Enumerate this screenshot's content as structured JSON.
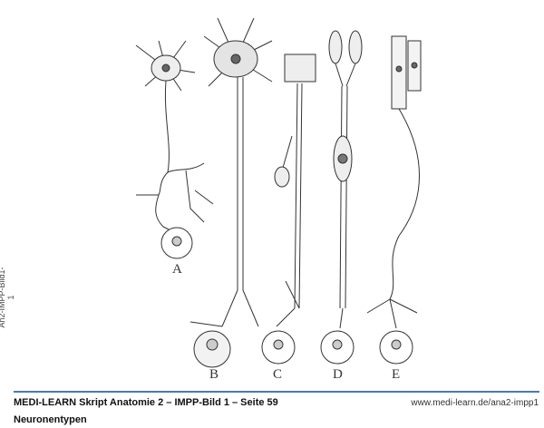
{
  "figure": {
    "labels": [
      "A",
      "B",
      "C",
      "D",
      "E"
    ],
    "side_code": "An2-IMPP-Bild1-1"
  },
  "footer": {
    "title": "MEDI-LEARN Skript Anatomie 2 – IMPP-Bild 1 – Seite 59",
    "url": "www.medi-learn.de/ana2-impp1",
    "subtitle": "Neuronentypen"
  },
  "colors": {
    "rule": "#4a78b8"
  }
}
